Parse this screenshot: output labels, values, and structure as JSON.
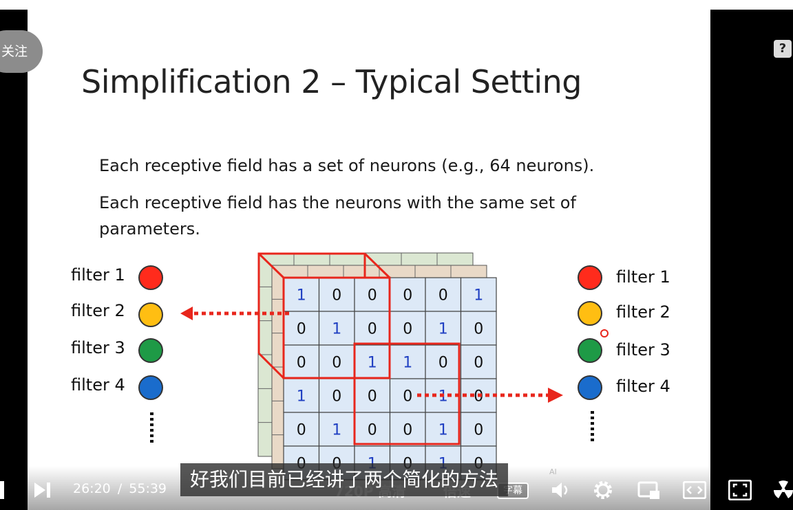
{
  "slide": {
    "title": "Simplification 2 – Typical Setting",
    "bullets": [
      "Each receptive field has a set of neurons (e.g., 64 neurons).",
      "Each receptive field has the neurons with the same set of parameters."
    ],
    "filters_left": [
      {
        "label": "filter 1",
        "color": "#ff2b1c"
      },
      {
        "label": "filter 2",
        "color": "#ffbe12"
      },
      {
        "label": "filter 3",
        "color": "#1e9a46"
      },
      {
        "label": "filter 4",
        "color": "#1a6ccc"
      }
    ],
    "filters_right": [
      {
        "label": "filter 1",
        "color": "#ff2b1c"
      },
      {
        "label": "filter 2",
        "color": "#ffbe12"
      },
      {
        "label": "filter 3",
        "color": "#1e9a46"
      },
      {
        "label": "filter 4",
        "color": "#1a6ccc"
      }
    ],
    "grid": [
      [
        "1",
        "0",
        "0",
        "0",
        "0",
        "1"
      ],
      [
        "0",
        "1",
        "0",
        "0",
        "1",
        "0"
      ],
      [
        "0",
        "0",
        "1",
        "1",
        "0",
        "0"
      ],
      [
        "1",
        "0",
        "0",
        "0",
        "1",
        "0"
      ],
      [
        "0",
        "1",
        "0",
        "0",
        "1",
        "0"
      ],
      [
        "0",
        "0",
        "1",
        "0",
        "1",
        "0"
      ]
    ],
    "colors": {
      "cell_fill": "#dde9f7",
      "back_fill_1": "#e9d9c7",
      "back_fill_2": "#dbe7d2",
      "highlight": "#e8261c",
      "one_color": "#1f3fc2",
      "zero_color": "#111111"
    }
  },
  "overlay": {
    "follow_label": "关注",
    "help_label": "?"
  },
  "player": {
    "current_time": "26:20",
    "separator": "/",
    "total_time": "55:39",
    "subtitle_text": "好我们目前已经讲了两个简化的方法",
    "quality_label": "720P 高清",
    "speed_label": "倍速",
    "subtitle_button": "字幕",
    "ai_badge": "AI"
  }
}
